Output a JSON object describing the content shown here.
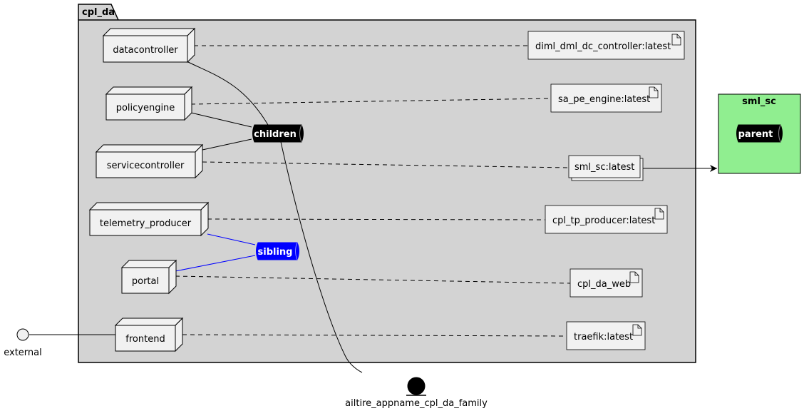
{
  "package": {
    "name": "cpl_da"
  },
  "nodes": {
    "datacontroller": "datacontroller",
    "policyengine": "policyengine",
    "servicecontroller": "servicecontroller",
    "telemetry_producer": "telemetry_producer",
    "portal": "portal",
    "frontend": "frontend"
  },
  "artifacts": {
    "dc": "diml_dml_dc_controller:latest",
    "pe": "sa_pe_engine:latest",
    "sc": "sml_sc:latest",
    "tp": "cpl_tp_producer:latest",
    "portal": "cpl_da_web",
    "frontend": "traefik:latest"
  },
  "queues": {
    "children": "children",
    "sibling": "sibling",
    "parent": "parent"
  },
  "external_component": {
    "name": "sml_sc",
    "color": "#90EE90"
  },
  "interface": {
    "name": "external"
  },
  "endpoint": {
    "name": "ailtire_appname_cpl_da_family"
  },
  "colors": {
    "package_fill": "#D3D3D3",
    "node_fill": "#F1F1F1",
    "children_queue": "#000000",
    "sibling_queue": "#0000FF",
    "sibling_line": "#0000FF"
  }
}
